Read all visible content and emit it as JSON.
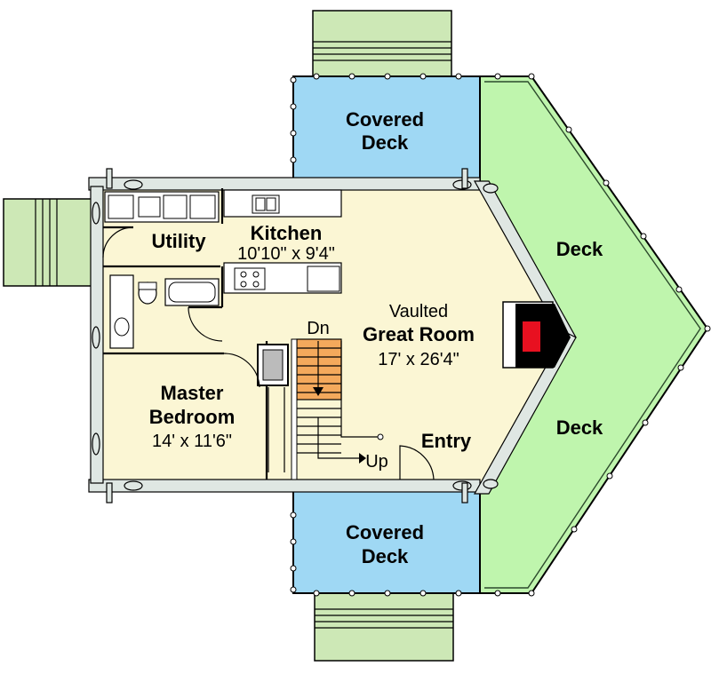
{
  "rooms": {
    "covered_deck_top": {
      "line1": "Covered",
      "line2": "Deck"
    },
    "covered_deck_bottom": {
      "line1": "Covered",
      "line2": "Deck"
    },
    "deck_upper": "Deck",
    "deck_lower": "Deck",
    "utility": "Utility",
    "kitchen": {
      "name": "Kitchen",
      "size": "10'10\" x 9'4\""
    },
    "great_room": {
      "line1": "Vaulted",
      "line2": "Great Room",
      "size": "17' x 26'4\""
    },
    "master": {
      "line1": "Master",
      "line2": "Bedroom",
      "size": "14' x 11'6\""
    },
    "entry": "Entry",
    "stair_down": "Dn",
    "stair_up": "Up"
  },
  "colors": {
    "interior": "#fbf6d4",
    "covered_deck": "#9fd8f4",
    "deck": "#bff5ad",
    "steps": "#cde8b6",
    "stair_down": "#f4a95c",
    "fireplace": "#e81020",
    "log": "#dfe7e3"
  }
}
